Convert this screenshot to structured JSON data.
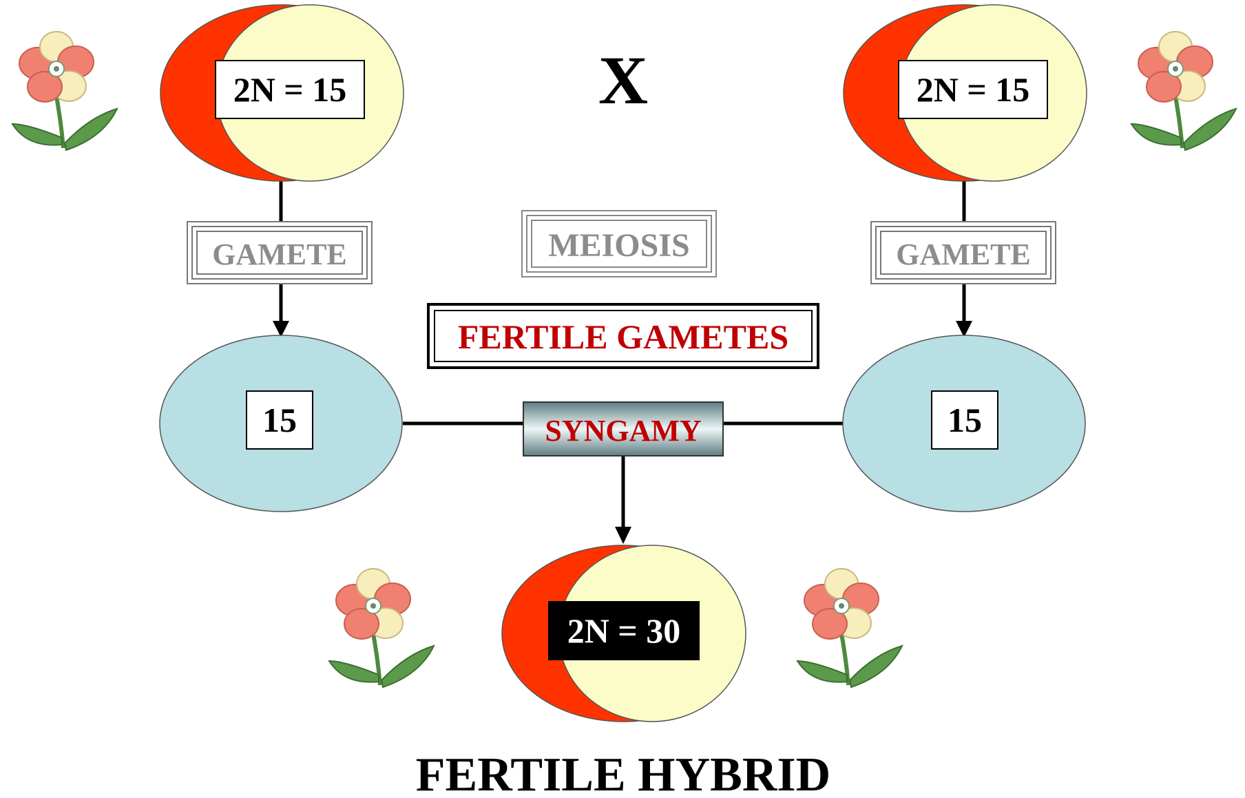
{
  "parents": {
    "left": {
      "chromosome_label": "2N = 15",
      "gamete_label": "GAMETE",
      "gamete_count": "15"
    },
    "right": {
      "chromosome_label": "2N = 15",
      "gamete_label": "GAMETE",
      "gamete_count": "15"
    }
  },
  "cross_symbol": "X",
  "process_labels": {
    "meiosis": "MEIOSIS",
    "fertile_gametes": "FERTILE GAMETES",
    "syngamy": "SYNGAMY"
  },
  "offspring": {
    "chromosome_label": "2N = 30",
    "caption": "FERTILE HYBRID"
  },
  "colors": {
    "parent_fill": "#fcfcc8",
    "crescent": "#ff3300",
    "gamete_fill": "#b8dfe3",
    "red_text": "#c00000",
    "gray_text": "#8c8c8c",
    "flower_petal": "#f08070",
    "flower_petal_light": "#f8eebb",
    "leaf": "#5a9a4a"
  },
  "icons": [
    "flower-icon"
  ]
}
